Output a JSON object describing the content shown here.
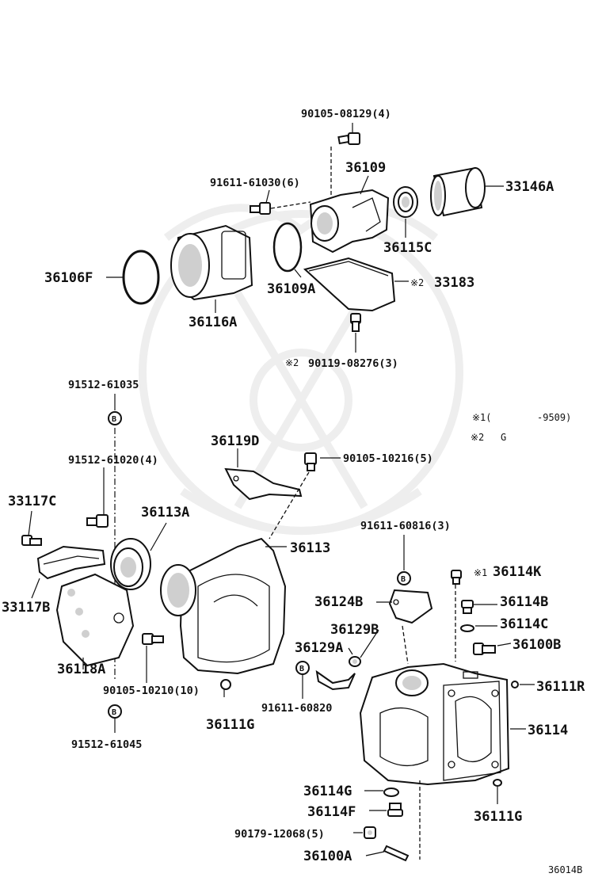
{
  "parts": {
    "p_90105_08129": "90105-08129(4)",
    "p_36109": "36109",
    "p_33146A": "33146A",
    "p_91611_61030": "91611-61030(6)",
    "p_36106F": "36106F",
    "p_36115C": "36115C",
    "p_36109A": "36109A",
    "p_33183": "33183",
    "p_33183_mark": "※2",
    "p_36116A": "36116A",
    "p_90119_08276": "90119-08276(3)",
    "p_90119_08276_mark": "※2",
    "p_91512_61035": "91512-61035",
    "p_36119D": "36119D",
    "p_90105_10216": "90105-10216(5)",
    "p_91512_61020": "91512-61020(4)",
    "p_33117C": "33117C",
    "p_36113A": "36113A",
    "p_36113": "36113",
    "p_91611_60816": "91611-60816(3)",
    "p_36114K": "36114K",
    "p_36114K_mark": "※1",
    "p_33117B": "33117B",
    "p_36124B": "36124B",
    "p_36114B": "36114B",
    "p_36114C": "36114C",
    "p_36129B": "36129B",
    "p_36100B": "36100B",
    "p_36129A": "36129A",
    "p_36118A": "36118A",
    "p_90105_10210": "90105-10210(10)",
    "p_36111R": "36111R",
    "p_91611_60820": "91611-60820",
    "p_36111G_left": "36111G",
    "p_36114": "36114",
    "p_91512_61045": "91512-61045",
    "p_36114G": "36114G",
    "p_36114F": "36114F",
    "p_36111G_right": "36111G",
    "p_90179_12068": "90179-12068(5)",
    "p_36100A": "36100A"
  },
  "notes": {
    "n1_mark": "※1(",
    "n1_text": "-9509)",
    "n2_mark": "※2",
    "n2_text": "G"
  },
  "marker": "B",
  "figure_id": "36014B"
}
